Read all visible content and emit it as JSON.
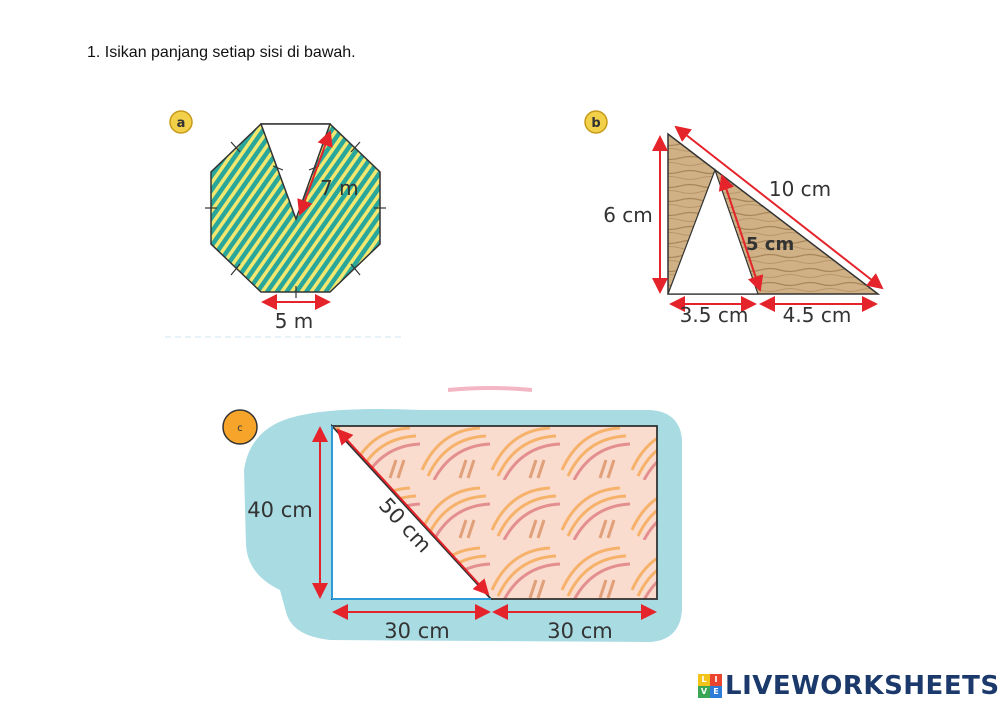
{
  "question": "1. Isikan panjang setiap sisi di bawah.",
  "figures": {
    "a": {
      "badge": "a",
      "side_label": "7 m",
      "base_label": "5 m"
    },
    "b": {
      "badge": "b",
      "left_label": "6 cm",
      "hyp_label": "10 cm",
      "inner_label": "5 cm",
      "base_left": "3.5 cm",
      "base_right": "4.5 cm"
    },
    "c": {
      "badge": "c",
      "left_label": "40 cm",
      "diag_label": "50 cm",
      "base_left": "30 cm",
      "base_right": "30 cm"
    }
  },
  "brand": {
    "text": "LIVEWORKSHEETS",
    "mark": [
      "L",
      "I",
      "V",
      "E"
    ]
  },
  "colors": {
    "teal": "#2aa79b",
    "yellow": "#f2e870",
    "wood": "#c9a87a",
    "red": "#e5232a",
    "blue": "#2f9ad8",
    "cyan_bg": "#a9dbe3",
    "orange_badge": "#f7a52a"
  }
}
